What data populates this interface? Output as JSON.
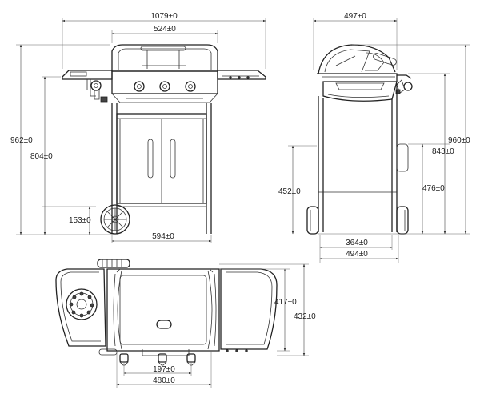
{
  "figure": {
    "colors": {
      "line": "#222222",
      "background": "#ffffff"
    },
    "front_view": {
      "overall_width": "1079±0",
      "hood_width": "524±0",
      "overall_height": "962±0",
      "side_shelf_height": "804±0",
      "wheel_height": "153±0",
      "leg_span": "594±0"
    },
    "side_view": {
      "overall_depth": "497±0",
      "overall_height": "960±0",
      "grill_height": "843±0",
      "cart_height_left": "452±0",
      "cart_height_right": "476±0",
      "inner_depth": "364±0",
      "base_depth": "494±0"
    },
    "top_view": {
      "body_depth": "417±0",
      "overall_depth": "432±0",
      "knob_span": "197±0",
      "body_width": "480±0"
    }
  }
}
